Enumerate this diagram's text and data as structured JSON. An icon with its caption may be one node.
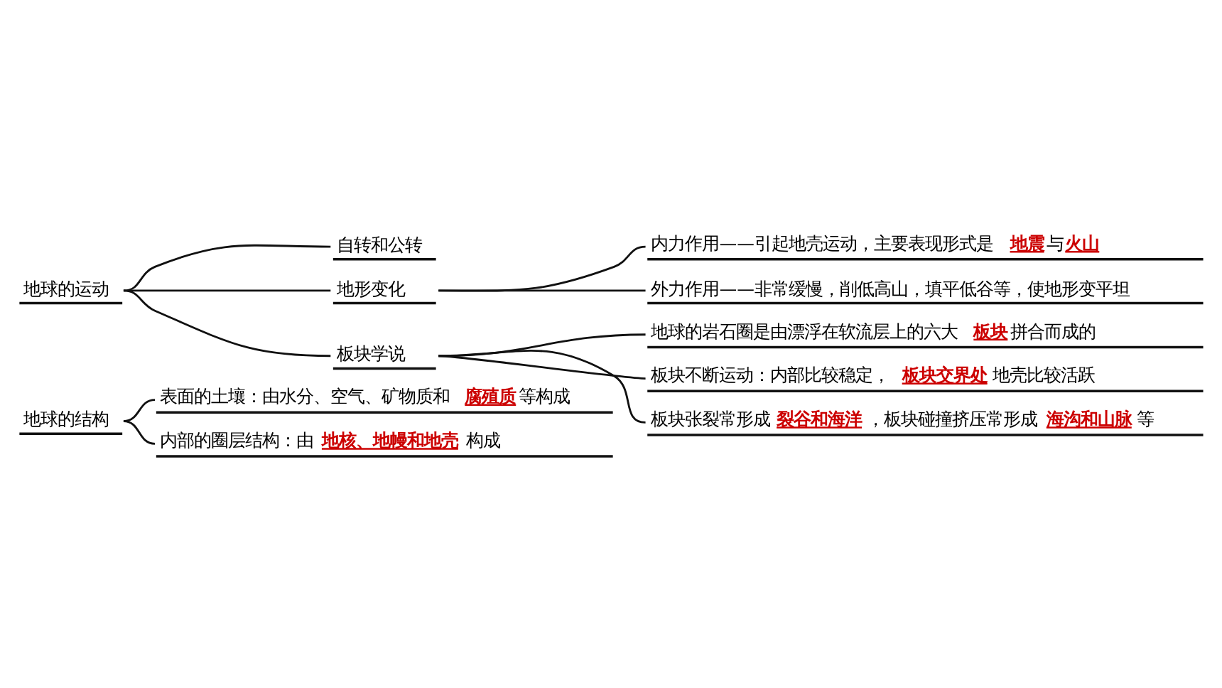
{
  "diagram": {
    "nodes": [
      {
        "text": [
          "地球的运动"
        ]
      },
      {
        "text": [
          "自转和公转"
        ]
      },
      {
        "text": [
          "地形变化"
        ]
      },
      {
        "text": [
          "内力作用——引起地壳运动，主要表现形式是**地震**与**火山**"
        ]
      },
      {
        "text": [
          "外力作用——非常缓慢，削低高山，填平低谷等，使地形变平坦"
        ]
      },
      {
        "text": [
          "板块学说"
        ]
      },
      {
        "text": [
          "地球的岩石圈是由漂浮在软流层上的六大**板块**拼合而成的"
        ]
      },
      {
        "text": [
          "板块不断运动：内部比较稳定，**板块交界处**地壳比较活跃"
        ]
      },
      {
        "text": [
          "板块张裂常形成**裂谷和海洋**，板块碰撞挤压常形成**海沟和山脉**等"
        ]
      },
      {
        "text": [
          "地球的结构"
        ]
      },
      {
        "text": [
          "表面的土壤：由水分、空气、矿物质和**腐殖质**等构成"
        ]
      },
      {
        "text": [
          "内部的圈层结构：由**地核、地幔和地壳**构成"
        ]
      }
    ],
    "edges": [
      {
        "from": 0,
        "to": 1,
        "arrow": "none"
      },
      {
        "from": 0,
        "to": 2,
        "arrow": "none"
      },
      {
        "from": 0,
        "to": 5,
        "arrow": "none"
      },
      {
        "from": 2,
        "to": 3,
        "arrow": "none"
      },
      {
        "from": 2,
        "to": 4,
        "arrow": "none"
      },
      {
        "from": 5,
        "to": 6,
        "arrow": "none"
      },
      {
        "from": 5,
        "to": 7,
        "arrow": "none"
      },
      {
        "from": 5,
        "to": 8,
        "arrow": "none"
      },
      {
        "from": 9,
        "to": 10,
        "arrow": "none"
      },
      {
        "from": 9,
        "to": 11,
        "arrow": "none"
      }
    ]
  }
}
